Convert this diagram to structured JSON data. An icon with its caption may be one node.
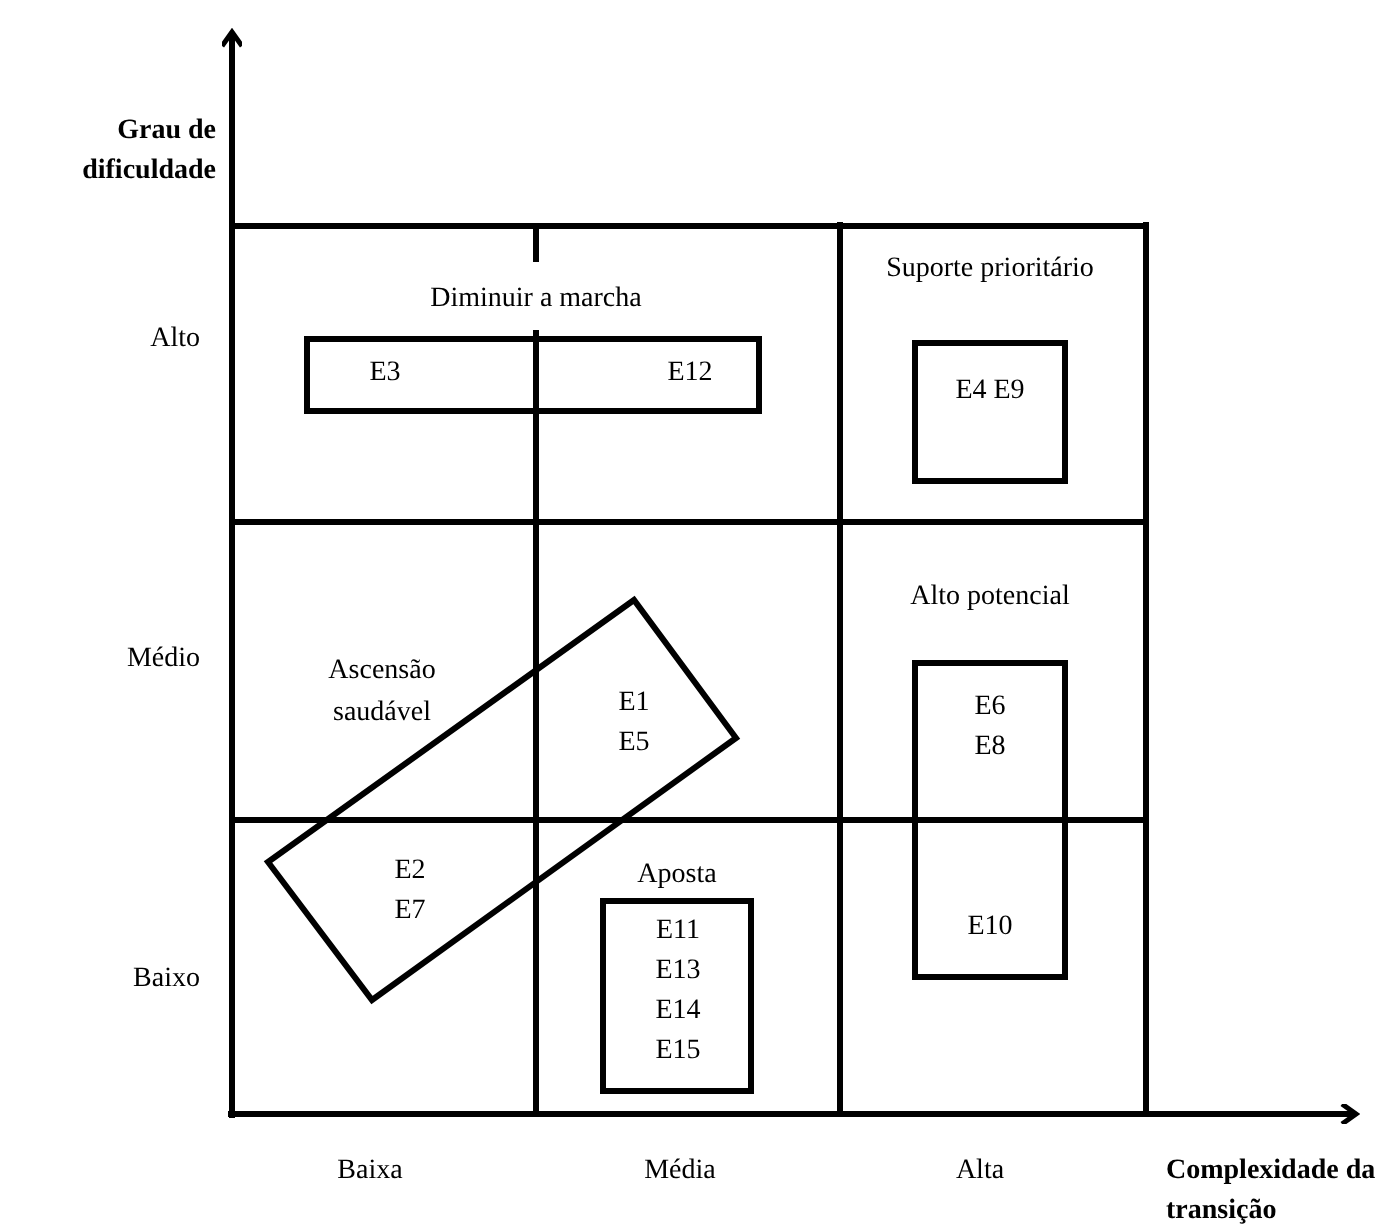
{
  "diagram": {
    "nodes": [
      {
        "text": [
          "E3",
          "E12"
        ],
        "beside": [
          "Diminuir a marcha"
        ]
      },
      {
        "text": [
          "E4 E9"
        ],
        "beside": [
          "Suporte prioritário"
        ]
      },
      {
        "text": [
          "E6 E8",
          "E10"
        ],
        "beside": [
          "Alto potencial"
        ]
      },
      {
        "text": [
          "E1 E5",
          "E2 E7"
        ],
        "beside": [
          "Ascensão saudável"
        ]
      },
      {
        "text": [
          "E11 E13 E14 E15"
        ],
        "beside": [
          "Aposta"
        ]
      }
    ],
    "edges": [],
    "labels": [
      "Grau de dificuldade",
      "Alto",
      "Médio",
      "Baixo",
      "Baixa",
      "Média",
      "Alta",
      "Complexidade da transição"
    ]
  }
}
